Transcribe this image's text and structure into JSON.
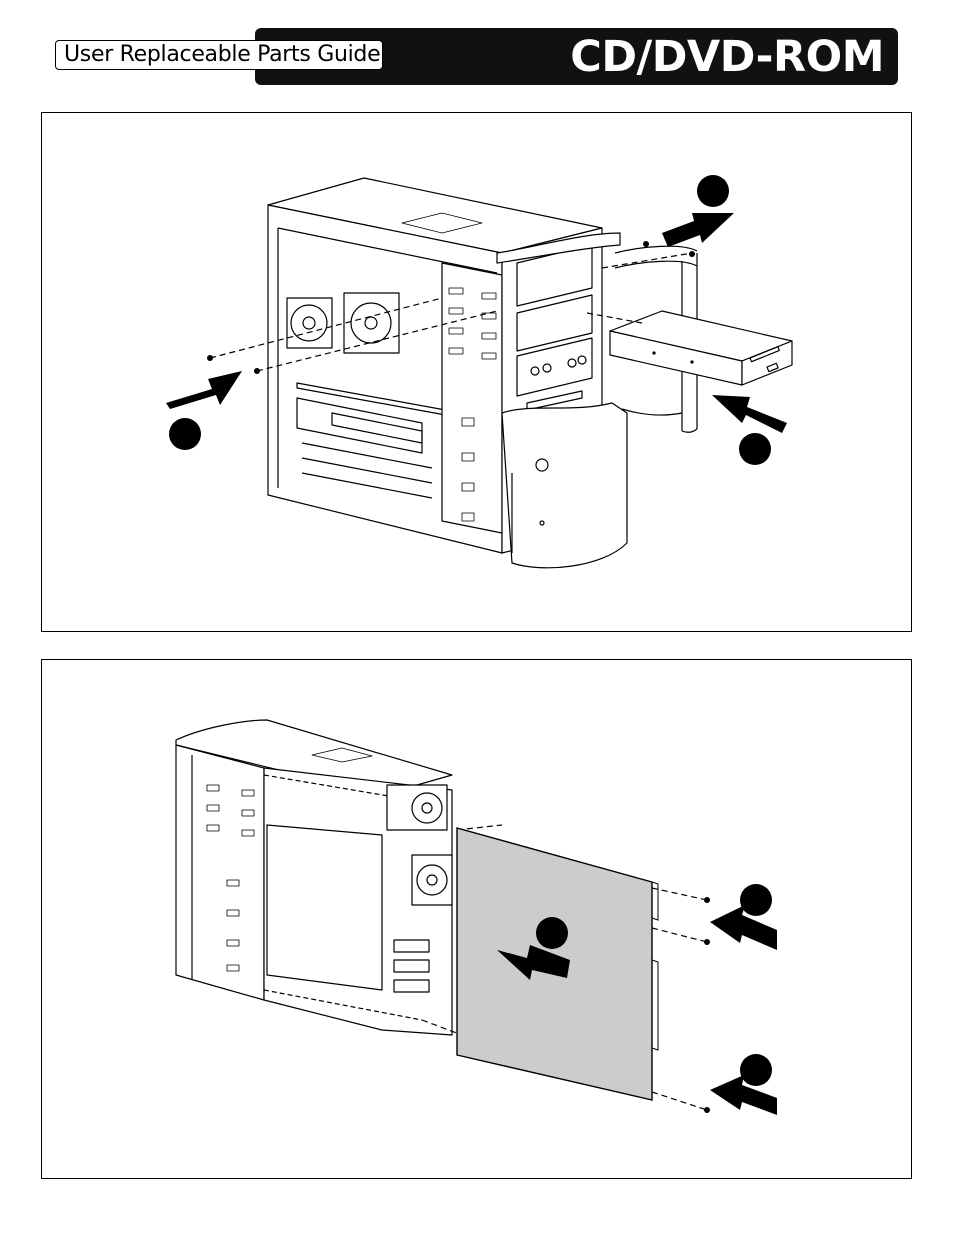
{
  "header": {
    "guide_label": "User Replaceable Parts Guide",
    "section_title": "CD/DVD-ROM"
  },
  "figures": [
    {
      "name": "cd-dvd-rom-installation",
      "callout_icons": [
        "callout-circle-icon",
        "callout-circle-icon",
        "callout-circle-icon"
      ],
      "arrow_icons": [
        "arrow-icon",
        "arrow-icon",
        "arrow-icon"
      ]
    },
    {
      "name": "access-panel-replacement",
      "callout_icons": [
        "callout-circle-icon",
        "callout-circle-icon",
        "callout-circle-icon"
      ],
      "arrow_icons": [
        "arrow-icon",
        "arrow-icon",
        "arrow-icon"
      ],
      "panel_fill_color": "#cccccc"
    }
  ],
  "colors": {
    "title_bar": "#111111",
    "title_text": "#ffffff",
    "line": "#000000"
  }
}
